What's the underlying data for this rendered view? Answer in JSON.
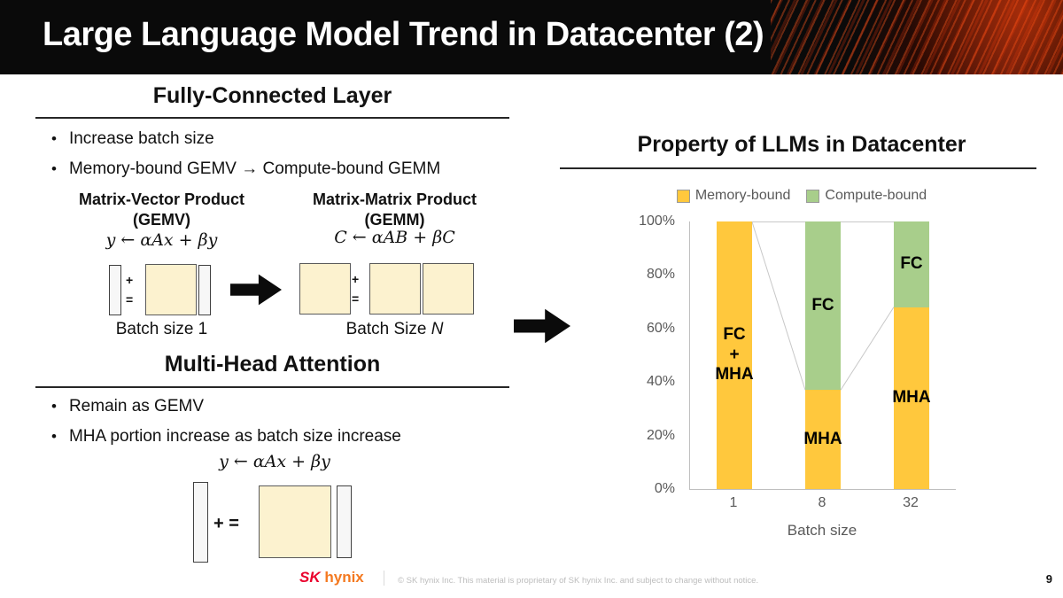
{
  "slide": {
    "title": "Large Language Model Trend in Datacenter (2)",
    "page_number": "9"
  },
  "fc_section": {
    "heading": "Fully-Connected Layer",
    "bullets": [
      "Increase batch size",
      "Memory-bound GEMV → Compute-bound GEMM"
    ],
    "gemv": {
      "title": "Matrix-Vector Product\n(GEMV)",
      "formula": "y ←  αAx + βy",
      "op": "+\n=",
      "caption": "Batch size 1"
    },
    "gemm": {
      "title": "Matrix-Matrix Product\n(GEMM)",
      "formula": "C ←  αAB + βC",
      "op": "+\n=",
      "caption_prefix": "Batch Size ",
      "caption_var": "N"
    }
  },
  "mha_section": {
    "heading": "Multi-Head Attention",
    "bullets": [
      "Remain as GEMV",
      "MHA portion increase as batch size increase"
    ],
    "formula": "y ←  αAx + βy",
    "op": "+ ="
  },
  "chart": {
    "heading": "Property of LLMs in Datacenter"
  },
  "chart_data": {
    "type": "bar",
    "stacked": true,
    "title": "Property of LLMs in Datacenter",
    "categories": [
      "1",
      "8",
      "32"
    ],
    "series": [
      {
        "name": "Memory-bound",
        "color": "#FFC83D",
        "values": [
          100,
          37,
          68
        ],
        "segment_labels": [
          "FC\n+\nMHA",
          "MHA",
          "MHA"
        ]
      },
      {
        "name": "Compute-bound",
        "color": "#A8CE8B",
        "values": [
          0,
          63,
          32
        ],
        "segment_labels": [
          "",
          "FC",
          "FC"
        ]
      }
    ],
    "xlabel": "Batch size",
    "ylabel": "",
    "ylim": [
      0,
      100
    ],
    "y_ticks": [
      "100%",
      "80%",
      "60%",
      "40%",
      "20%",
      "0%"
    ],
    "legend_position": "top",
    "grid": false,
    "connector_lines": true
  },
  "footer": {
    "logo_sk": "SK",
    "logo_hynix": "hynix",
    "copyright": "© SK hynix Inc. This material is proprietary of SK hynix Inc. and subject to change without notice."
  }
}
